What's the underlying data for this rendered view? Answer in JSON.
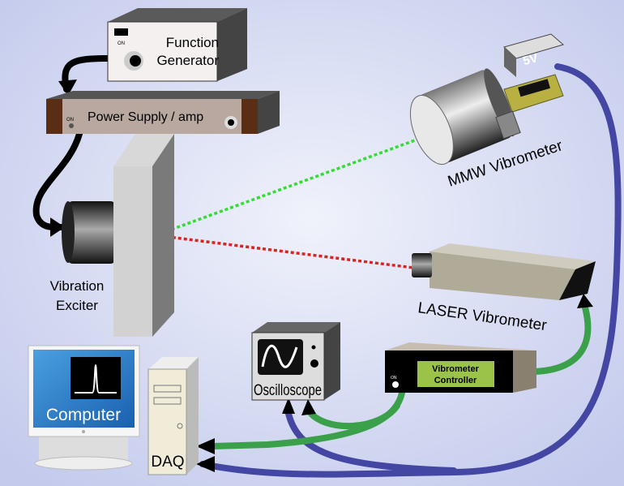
{
  "function_generator": {
    "on_label": "ON",
    "line1": "Function",
    "line2": "Generator"
  },
  "power_supply": {
    "on_label": "ON",
    "label": "Power Supply / amp"
  },
  "exciter": {
    "line1": "Vibration",
    "line2": "Exciter"
  },
  "mmw": {
    "label": "MMW Vibrometer",
    "supply_label": "5V"
  },
  "laser": {
    "label": "LASER Vibrometer"
  },
  "controller": {
    "on_label": "ON",
    "line1": "Vibrometer",
    "line2": "Controller"
  },
  "oscilloscope": {
    "label": "Oscilloscope"
  },
  "computer": {
    "label": "Computer"
  },
  "daq": {
    "label": "DAQ"
  },
  "colors": {
    "green_cable": "#3aa14a",
    "blue_cable": "#4347a3",
    "mmw_beam": "#33dd33",
    "laser_beam": "#dd2222",
    "controller_display": "#9bc34a",
    "computer_screen": "#2a80c8"
  }
}
